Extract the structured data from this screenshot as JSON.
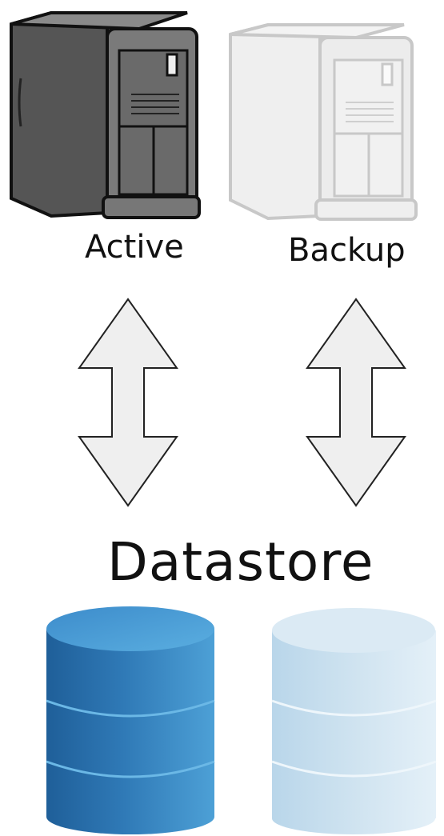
{
  "servers": [
    {
      "label": "Active",
      "icon": "server-tower-icon",
      "state": "active",
      "color": "#6f6f6f"
    },
    {
      "label": "Backup",
      "icon": "server-tower-icon",
      "state": "standby",
      "color": "#e6e6e6"
    }
  ],
  "connectors": [
    {
      "icon": "double-arrow-icon",
      "direction": "vertical"
    },
    {
      "icon": "double-arrow-icon",
      "direction": "vertical"
    }
  ],
  "datastore": {
    "label": "Datastore",
    "icons": [
      {
        "icon": "database-cylinder-icon",
        "state": "active",
        "color": "#2f77b4"
      },
      {
        "icon": "database-cylinder-icon",
        "state": "standby",
        "color": "#cfe3f0"
      }
    ]
  }
}
